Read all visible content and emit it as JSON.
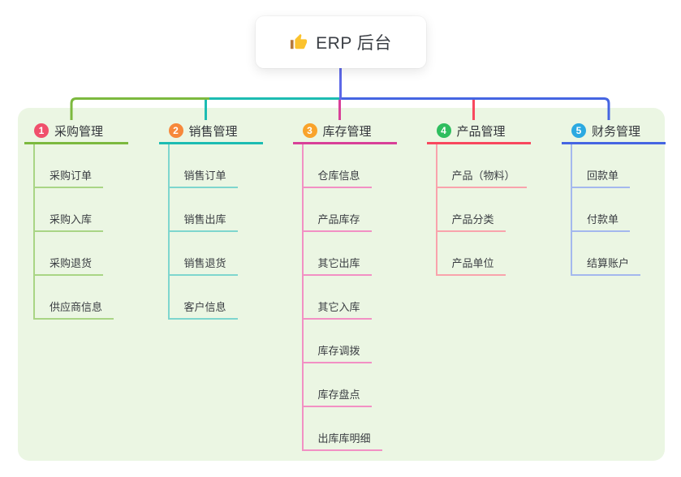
{
  "root": {
    "label": "ERP 后台",
    "icon": "thumbs-up-icon"
  },
  "colors": {
    "canvas_bg": "#EBF6E3",
    "root_connector": "#5D68E8"
  },
  "branches": [
    {
      "badge": "1",
      "label": "采购管理",
      "badge_color": "#F0506C",
      "line_color": "#7CB93E",
      "child_line_color": "#A9D585",
      "children": [
        "采购订单",
        "采购入库",
        "采购退货",
        "供应商信息"
      ]
    },
    {
      "badge": "2",
      "label": "销售管理",
      "badge_color": "#F7883B",
      "line_color": "#1CBCB2",
      "child_line_color": "#7ED6CE",
      "children": [
        "销售订单",
        "销售出库",
        "销售退货",
        "客户信息"
      ]
    },
    {
      "badge": "3",
      "label": "库存管理",
      "badge_color": "#F9A32B",
      "line_color": "#D84098",
      "child_line_color": "#F290C4",
      "children": [
        "仓库信息",
        "产品库存",
        "其它出库",
        "其它入库",
        "库存调拨",
        "库存盘点",
        "出库库明细"
      ]
    },
    {
      "badge": "4",
      "label": "产品管理",
      "badge_color": "#2FBE5F",
      "line_color": "#F8485E",
      "child_line_color": "#F9A3AC",
      "children": [
        "产品（物料）",
        "产品分类",
        "产品单位"
      ]
    },
    {
      "badge": "5",
      "label": "财务管理",
      "badge_color": "#2BA9E1",
      "line_color": "#4565E2",
      "child_line_color": "#A4B8EE",
      "children": [
        "回款单",
        "付款单",
        "结算账户"
      ]
    }
  ]
}
